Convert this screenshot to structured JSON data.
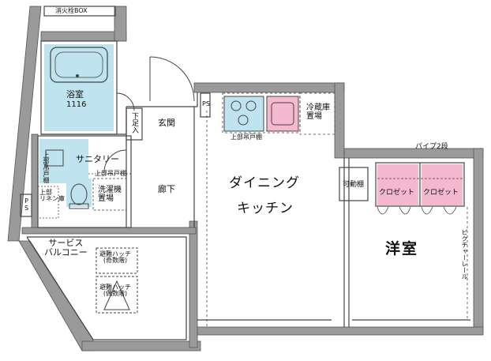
{
  "colors": {
    "wall": "#9a9a9a",
    "wall_dark": "#555555",
    "wet_area": "#bfe3ef",
    "closet": "#f4b8cf",
    "line": "#444444",
    "background": "#ffffff"
  },
  "labels": {
    "fire_hydrant_box": "消火栓BOX",
    "bathroom": "浴室",
    "bathroom_size": "1116",
    "ps_top": "PS",
    "ps_left": "PS",
    "shoe_box": "下足入",
    "entrance": "玄関",
    "upper_cabinet_kitchen": "上部吊戸棚",
    "fridge_space": "冷蔵庫\n置場",
    "sanitary": "サニタリー",
    "upper_cabinet_sanitary": "上部吊戸棚",
    "washer_space": "洗濯機\n置場",
    "hallway": "廊下",
    "upper_linen": "上部\nリネン庫",
    "upper_closet_label": "上部吊戸棚",
    "dining_kitchen_line1": "ダイニング",
    "dining_kitchen_line2": "キッチン",
    "movable_shelf": "可動棚",
    "pipe_two_tier": "パイプ2段",
    "closet_1": "クロゼット",
    "closet_2": "クロゼット",
    "western_room": "洋室",
    "picture_rail": "ピクチャーレール",
    "service_balcony": "サービス\nバルコニー",
    "evac_hatch_odd": "避難ハッチ\n(奇数階)",
    "evac_hatch_even": "避難ハッチ\n(偶数階)"
  },
  "icons": [
    "stove-burner-icon",
    "sink-basin-icon",
    "bathtub-icon",
    "toilet-icon",
    "washbasin-icon",
    "evacuation-hatch-icon"
  ]
}
